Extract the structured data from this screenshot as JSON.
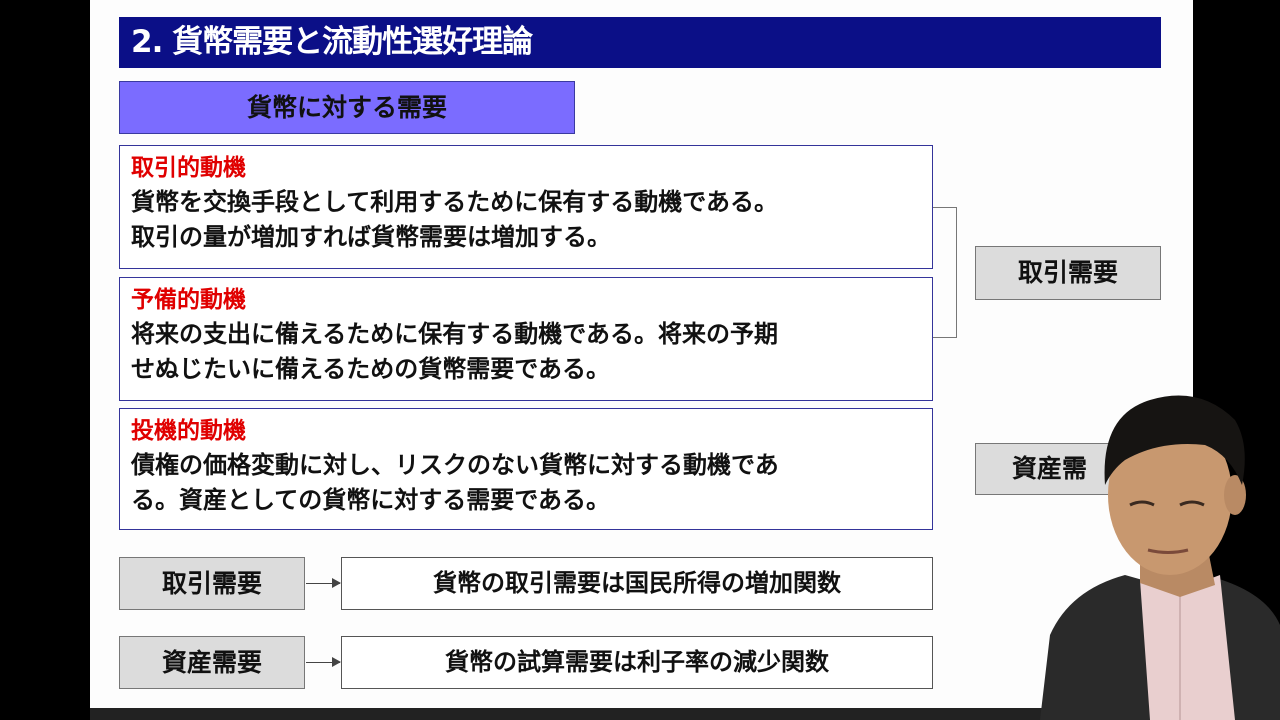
{
  "title": "2. 貨幣需要と流動性選好理論",
  "section_header": "貨幣に対する需要",
  "motives": [
    {
      "title": "取引的動機",
      "lines": [
        "貨幣を交換手段として利用するために保有する動機である。",
        "取引の量が増加すれば貨幣需要は増加する。"
      ]
    },
    {
      "title": "予備的動機",
      "lines": [
        "将来の支出に備えるために保有する動機である。将来の予期",
        "せぬじたいに備えるための貨幣需要である。"
      ]
    },
    {
      "title": "投機的動機",
      "lines": [
        "債権の価格変動に対し、リスクのない貨幣に対する動機であ",
        "る。資産としての貨幣に対する需要である。"
      ]
    }
  ],
  "side_labels": {
    "transaction": "取引需要",
    "asset": "資産需"
  },
  "relations": [
    {
      "label": "取引需要",
      "description": "貨幣の取引需要は国民所得の増加関数"
    },
    {
      "label": "資産需要",
      "description": "貨幣の試算需要は利子率の減少関数"
    }
  ],
  "colors": {
    "title_bg": "#0b0f87",
    "section_bg": "#7b6cff",
    "motive_title": "#e00000"
  }
}
